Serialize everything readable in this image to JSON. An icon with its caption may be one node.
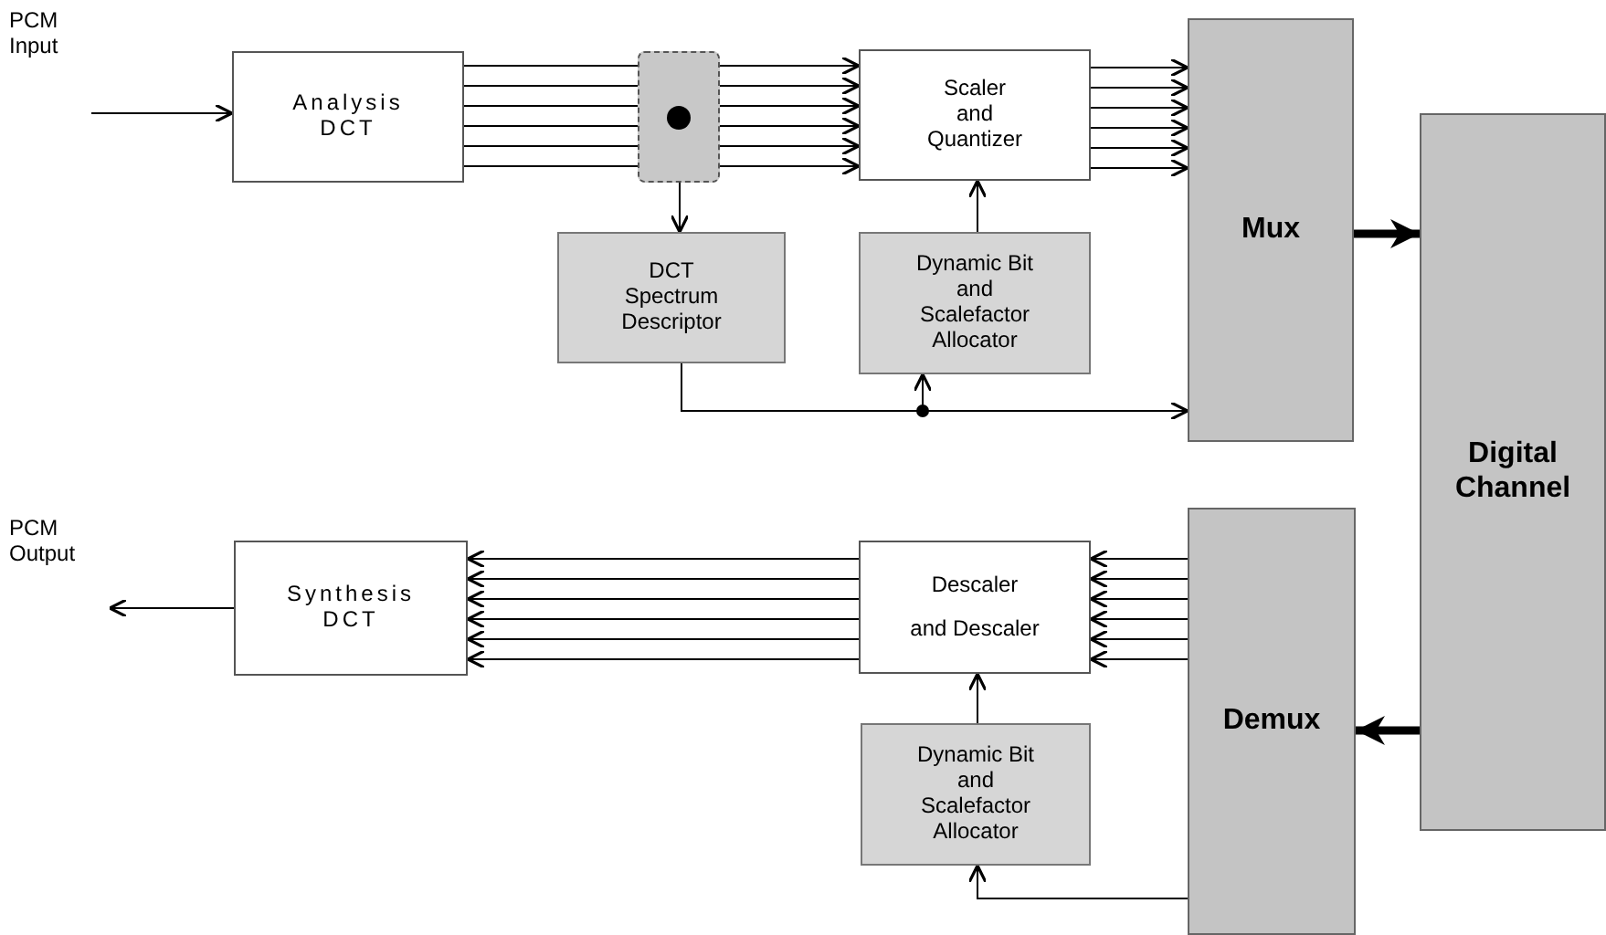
{
  "diagram": {
    "nodes": [
      {
        "text": [
          "PCM Input"
        ]
      },
      {
        "text": [
          "Analysis DCT"
        ]
      },
      {
        "text": [],
        "shape": "box"
      },
      {
        "text": [
          "Scaler and Quantizer"
        ]
      },
      {
        "text": [
          "Mux"
        ]
      },
      {
        "text": [
          "Digital Channel"
        ]
      },
      {
        "text": [
          "DCT Spectrum Descriptor"
        ]
      },
      {
        "text": [
          "Dynamic Bit and Scalefactor Allocator"
        ]
      },
      {
        "text": [
          "PCM Output"
        ]
      },
      {
        "text": [
          "Synthesis DCT"
        ]
      },
      {
        "text": [
          "Descaler",
          "and Descaler"
        ]
      },
      {
        "text": [
          "Demux"
        ]
      },
      {
        "text": [
          "Dynamic Bit and Scalefactor Allocator"
        ]
      }
    ],
    "edges": [
      {
        "from": 0,
        "to": 1,
        "arrow": "to"
      },
      {
        "from": 1,
        "to": 2,
        "arrow": "none"
      },
      {
        "from": 1,
        "to": 2,
        "arrow": "none"
      },
      {
        "from": 1,
        "to": 2,
        "arrow": "none"
      },
      {
        "from": 1,
        "to": 2,
        "arrow": "none"
      },
      {
        "from": 1,
        "to": 2,
        "arrow": "none"
      },
      {
        "from": 1,
        "to": 2,
        "arrow": "none"
      },
      {
        "from": 2,
        "to": 3,
        "arrow": "to"
      },
      {
        "from": 2,
        "to": 3,
        "arrow": "to"
      },
      {
        "from": 2,
        "to": 3,
        "arrow": "to"
      },
      {
        "from": 2,
        "to": 3,
        "arrow": "to"
      },
      {
        "from": 2,
        "to": 3,
        "arrow": "to"
      },
      {
        "from": 2,
        "to": 3,
        "arrow": "to"
      },
      {
        "from": 2,
        "to": 6,
        "arrow": "to"
      },
      {
        "from": 3,
        "to": 4,
        "arrow": "to"
      },
      {
        "from": 3,
        "to": 4,
        "arrow": "to"
      },
      {
        "from": 3,
        "to": 4,
        "arrow": "to"
      },
      {
        "from": 3,
        "to": 4,
        "arrow": "to"
      },
      {
        "from": 3,
        "to": 4,
        "arrow": "to"
      },
      {
        "from": 3,
        "to": 4,
        "arrow": "to"
      },
      {
        "from": 7,
        "to": 3,
        "arrow": "to"
      },
      {
        "from": 6,
        "to": 4,
        "arrow": "to"
      },
      {
        "from": 6,
        "to": 7,
        "arrow": "to"
      },
      {
        "from": 4,
        "to": 5,
        "arrow": "to",
        "style": "thick"
      },
      {
        "from": 5,
        "to": 11,
        "arrow": "to",
        "style": "thick"
      },
      {
        "from": 11,
        "to": 10,
        "arrow": "to"
      },
      {
        "from": 11,
        "to": 10,
        "arrow": "to"
      },
      {
        "from": 11,
        "to": 10,
        "arrow": "to"
      },
      {
        "from": 11,
        "to": 10,
        "arrow": "to"
      },
      {
        "from": 11,
        "to": 10,
        "arrow": "to"
      },
      {
        "from": 11,
        "to": 10,
        "arrow": "to"
      },
      {
        "from": 10,
        "to": 9,
        "arrow": "to"
      },
      {
        "from": 10,
        "to": 9,
        "arrow": "to"
      },
      {
        "from": 10,
        "to": 9,
        "arrow": "to"
      },
      {
        "from": 10,
        "to": 9,
        "arrow": "to"
      },
      {
        "from": 10,
        "to": 9,
        "arrow": "to"
      },
      {
        "from": 10,
        "to": 9,
        "arrow": "to"
      },
      {
        "from": 9,
        "to": 8,
        "arrow": "to"
      },
      {
        "from": 11,
        "to": 12,
        "arrow": "to"
      },
      {
        "from": 12,
        "to": 10,
        "arrow": "to"
      }
    ]
  }
}
